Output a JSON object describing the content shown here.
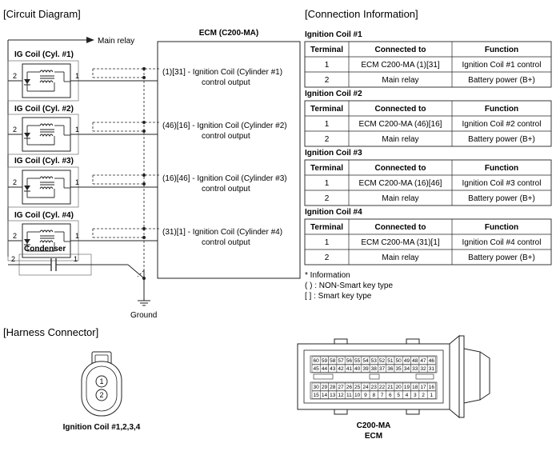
{
  "circuit": {
    "title": "[Circuit Diagram]",
    "main_relay": "Main relay",
    "ecm_title": "ECM (C200-MA)",
    "ground": "Ground",
    "condenser": {
      "label": "Condenser",
      "pin_left": "2",
      "pin_right": "1"
    },
    "coils": [
      {
        "label": "IG Coil (Cyl. #1)",
        "pin_left": "2",
        "pin_right": "1",
        "ecm_line1": "(1)[31] - Ignition Coil (Cylinder #1)",
        "ecm_line2": "control output"
      },
      {
        "label": "IG Coil (Cyl. #2)",
        "pin_left": "2",
        "pin_right": "1",
        "ecm_line1": "(46)[16] - Ignition Coil (Cylinder #2)",
        "ecm_line2": "control output"
      },
      {
        "label": "IG Coil (Cyl. #3)",
        "pin_left": "2",
        "pin_right": "1",
        "ecm_line1": "(16)[46] - Ignition Coil (Cylinder #3)",
        "ecm_line2": "control output"
      },
      {
        "label": "IG Coil (Cyl. #4)",
        "pin_left": "2",
        "pin_right": "1",
        "ecm_line1": "(31)[1] - Ignition Coil (Cylinder #4)",
        "ecm_line2": "control output"
      }
    ]
  },
  "connection": {
    "title": "[Connection Information]",
    "headers": [
      "Terminal",
      "Connected to",
      "Function"
    ],
    "tables": [
      {
        "title": "Ignition Coil #1",
        "rows": [
          [
            "1",
            "ECM C200-MA (1)[31]",
            "Ignition Coil #1 control"
          ],
          [
            "2",
            "Main relay",
            "Battery power (B+)"
          ]
        ]
      },
      {
        "title": "Ignition Coil #2",
        "rows": [
          [
            "1",
            "ECM C200-MA (46)[16]",
            "Ignition Coil #2 control"
          ],
          [
            "2",
            "Main relay",
            "Battery power (B+)"
          ]
        ]
      },
      {
        "title": "Ignition Coil #3",
        "rows": [
          [
            "1",
            "ECM C200-MA (16)[46]",
            "Ignition Coil #3 control"
          ],
          [
            "2",
            "Main relay",
            "Battery power (B+)"
          ]
        ]
      },
      {
        "title": "Ignition Coil #4",
        "rows": [
          [
            "1",
            "ECM C200-MA (31)[1]",
            "Ignition Coil #4 control"
          ],
          [
            "2",
            "Main relay",
            "Battery power (B+)"
          ]
        ]
      }
    ],
    "notes": [
      "* Information",
      "( ) : NON-Smart key type",
      "[ ] : Smart key type"
    ]
  },
  "harness": {
    "title": "[Harness Connector]",
    "coil_pins": [
      "1",
      "2"
    ],
    "coil_caption": "Ignition Coil #1,2,3,4",
    "ecm_caption1": "C200-MA",
    "ecm_caption2": "ECM",
    "ecm_rows": [
      [
        "60",
        "59",
        "58",
        "57",
        "56",
        "55",
        "54",
        "53",
        "52",
        "51",
        "50",
        "49",
        "48",
        "47",
        "46"
      ],
      [
        "45",
        "44",
        "43",
        "42",
        "41",
        "40",
        "39",
        "38",
        "37",
        "36",
        "35",
        "34",
        "33",
        "32",
        "31"
      ],
      [
        "30",
        "29",
        "28",
        "27",
        "26",
        "25",
        "24",
        "23",
        "22",
        "21",
        "20",
        "19",
        "18",
        "17",
        "16"
      ],
      [
        "15",
        "14",
        "13",
        "12",
        "11",
        "10",
        "9",
        "8",
        "7",
        "6",
        "5",
        "4",
        "3",
        "2",
        "1"
      ]
    ]
  }
}
